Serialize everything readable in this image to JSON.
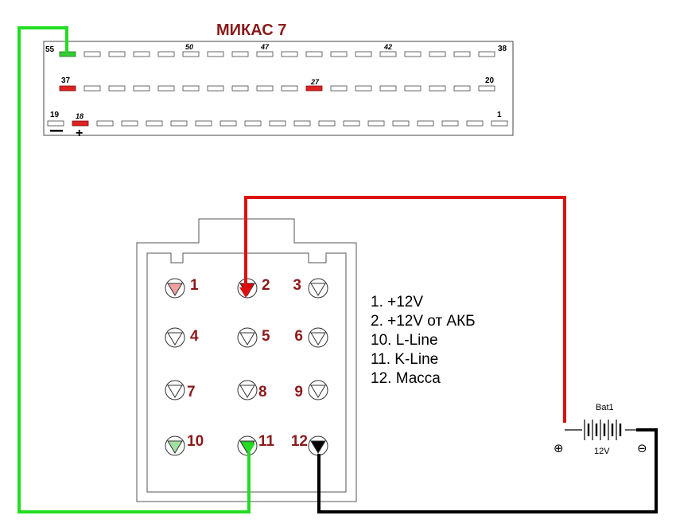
{
  "ecu": {
    "title": "МИКАС 7",
    "row_top_labels": [
      "55",
      "50",
      "47",
      "42",
      "38"
    ],
    "row_mid_labels": [
      "37",
      "27",
      "20"
    ],
    "row_bottom_labels": [
      "19",
      "18",
      "1"
    ],
    "ground_sign": "−",
    "plus_sign": "+"
  },
  "obd_connector": {
    "pins": [
      {
        "num": "1",
        "fill": "#f0a0a0"
      },
      {
        "num": "2",
        "fill": "#e00000"
      },
      {
        "num": "3",
        "fill": "#ffffff"
      },
      {
        "num": "4",
        "fill": "#ffffff"
      },
      {
        "num": "5",
        "fill": "#ffffff"
      },
      {
        "num": "6",
        "fill": "#ffffff"
      },
      {
        "num": "7",
        "fill": "#ffffff"
      },
      {
        "num": "8",
        "fill": "#ffffff"
      },
      {
        "num": "9",
        "fill": "#ffffff"
      },
      {
        "num": "10",
        "fill": "#a0e0a0"
      },
      {
        "num": "11",
        "fill": "#22cc22"
      },
      {
        "num": "12",
        "fill": "#000000"
      }
    ]
  },
  "legend": [
    "1.  +12V",
    "2. +12V  от АКБ",
    "10.  L-Line",
    "11.  K-Line",
    "12.  Масса"
  ],
  "battery": {
    "name": "Bat1",
    "voltage": "12V",
    "plus": "⊕",
    "minus": "⊖"
  },
  "colors": {
    "wire_green": "#22dd22",
    "wire_red": "#dd1111",
    "wire_black": "#000000",
    "title": "#8b1a1a"
  }
}
